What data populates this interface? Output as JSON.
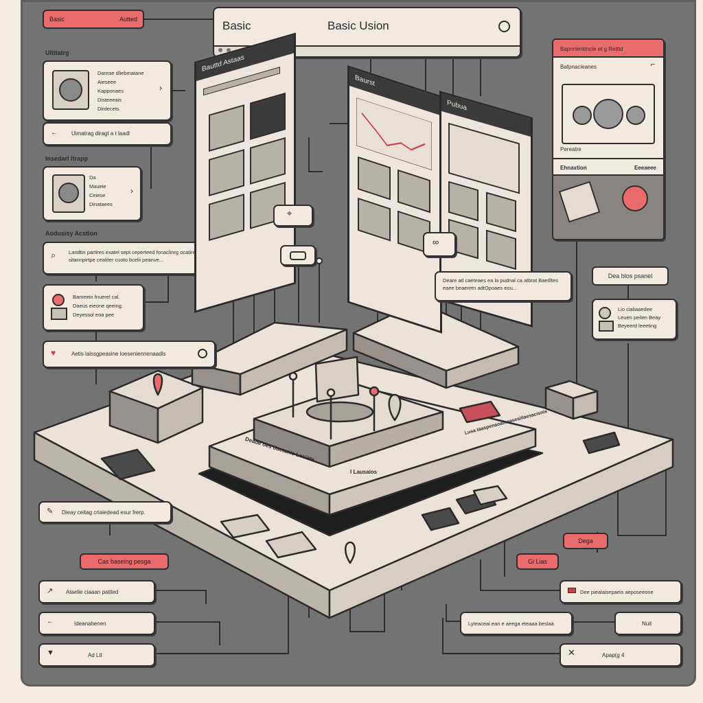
{
  "header": {
    "left_text": "Basic",
    "title": "Basic Usion"
  },
  "top_left_pill": {
    "left": "Basic",
    "right": "Autted"
  },
  "left_column": {
    "section1_title": "Ultitatrg",
    "card1_lines": [
      "Dareae dliebmatane",
      "Aieseee",
      "Kapponaes",
      "Disteeeais",
      "Dirdecets"
    ],
    "row1_text": "Uimatrag diragt a t laadl",
    "section2_title": "Insedarl itrapp",
    "card2_lines": [
      "Da",
      "Maueie",
      "Ceiese",
      "Dinataees"
    ],
    "section3_title": "Aodusisy Acstion",
    "search_text": "Landtin partires exatel sept ceperteed fonaclinrg ocatires pooteng agnote rate sitannpirtpe ceatiter cuoto bcelii peanve...",
    "card3_lines": [
      "Bameein fnuerel cal.",
      "Daeus eieone qeeing.",
      "Deyessol eoa pee"
    ],
    "heart_text": "Aetis lalssgpeasine loeseniennenaadls"
  },
  "bottom_left": {
    "note_text": "Dieay ceitag criaiedead esur frerp.",
    "red_pill": "Cas baseing pesga",
    "row1": "Ataelie ciaaan patited",
    "row2": "Ideanahenen",
    "row3": "Ad Ltl"
  },
  "right_column": {
    "card_title": "Bapnnlentincle et g Retttd",
    "card_sub": "Bafpnacieanes",
    "card_caption": "Pereatre",
    "section_title": "Ehnaxtion",
    "section_right": "Eeeaeee",
    "side_pill": "Dea blos psanel",
    "side_card": [
      "Lio cialiaaedee",
      "Leuen peilen Beay",
      "Beyeerd leeeting"
    ],
    "red_pill_1": "Dega",
    "red_pill_2": "Gi Lias",
    "list_row1": "Dee piealaisepaeis aeposeeone",
    "list_row2": "Lyteaceai ean e aeega eteaaa beslaa",
    "list_row2_right": "Nuit",
    "list_row3": "Apap(g 4"
  },
  "center": {
    "panel1_title": "Bauttd Astaas",
    "panel2_title": "Baurst",
    "panel3_title": "Pubua",
    "tooltip1": "Deare atl caeteaes ea la pudnal ca atbrat Baetlltes eaee beaeretn adtOpoaes eou...",
    "platform_label": "Deade oes ductanis Lesiete",
    "platform_label2": "I Lausaios",
    "label_right": "Lusa taaspenaoatheasesiilaesacisnis"
  },
  "colors": {
    "accent_red": "#ea6b6b",
    "paper": "#f3e9df",
    "backdrop": "#737373",
    "ink": "#2e2e2e"
  }
}
